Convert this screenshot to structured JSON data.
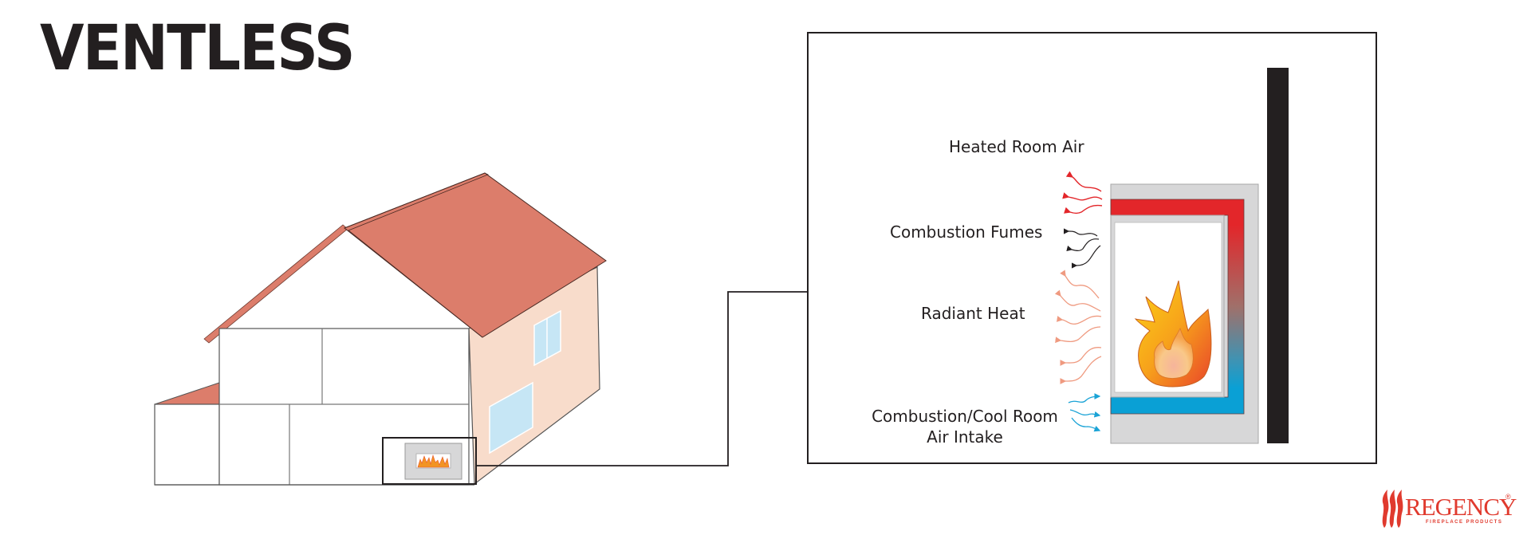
{
  "title": "VENTLESS",
  "labels": {
    "heated_room_air": "Heated Room Air",
    "combustion_fumes": "Combustion Fumes",
    "radiant_heat": "Radiant Heat",
    "intake_line1": "Combustion/Cool Room",
    "intake_line2": "Air Intake"
  },
  "logo": {
    "brand": "REGENCY",
    "registered": "®",
    "tagline": "FIREPLACE PRODUCTS"
  },
  "icons": {
    "heated_air_arrows": "wavy-arrow-left-red",
    "fumes_arrows": "wavy-arrow-left-black",
    "radiant_arrows": "wavy-arrow-left-salmon",
    "intake_arrows": "wavy-arrow-right-blue",
    "flame": "flame-icon",
    "logo_flame": "regency-flame-icon"
  },
  "colors": {
    "roof": "#dc7d6b",
    "side_wall": "#f8dccb",
    "window": "#c6e6f5",
    "heated_air": "#e3262a",
    "fumes": "#231f20",
    "radiant": "#ef9a80",
    "intake": "#1aa3d6",
    "fireplace_frame": "#d7d7d8",
    "wall": "#231f20",
    "brand": "#e03a2e"
  }
}
